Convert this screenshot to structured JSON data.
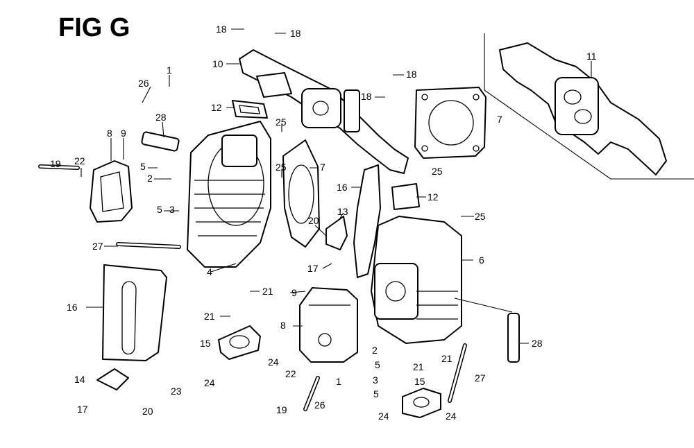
{
  "figure": {
    "title": "FIG G"
  },
  "callouts": [
    {
      "id": "c18a",
      "text": "18"
    },
    {
      "id": "c18b",
      "text": "18"
    },
    {
      "id": "c10",
      "text": "10"
    },
    {
      "id": "c18c",
      "text": "18"
    },
    {
      "id": "c18d",
      "text": "18"
    },
    {
      "id": "c11",
      "text": "11"
    },
    {
      "id": "c1a",
      "text": "1"
    },
    {
      "id": "c26a",
      "text": "26"
    },
    {
      "id": "c12a",
      "text": "12"
    },
    {
      "id": "c28a",
      "text": "28"
    },
    {
      "id": "c7a",
      "text": "7"
    },
    {
      "id": "c25a",
      "text": "25"
    },
    {
      "id": "c8a",
      "text": "8"
    },
    {
      "id": "c9a",
      "text": "9"
    },
    {
      "id": "c22a",
      "text": "22"
    },
    {
      "id": "c19a",
      "text": "19"
    },
    {
      "id": "c5a",
      "text": "5"
    },
    {
      "id": "c2a",
      "text": "2"
    },
    {
      "id": "c25b",
      "text": "25"
    },
    {
      "id": "c7b",
      "text": "7"
    },
    {
      "id": "c25c",
      "text": "25"
    },
    {
      "id": "c16a",
      "text": "16"
    },
    {
      "id": "c12b",
      "text": "12"
    },
    {
      "id": "c5b",
      "text": "5"
    },
    {
      "id": "c3a",
      "text": "3"
    },
    {
      "id": "c13",
      "text": "13"
    },
    {
      "id": "c25d",
      "text": "25"
    },
    {
      "id": "c20a",
      "text": "20"
    },
    {
      "id": "c27a",
      "text": "27"
    },
    {
      "id": "c6",
      "text": "6"
    },
    {
      "id": "c17a",
      "text": "17"
    },
    {
      "id": "c4",
      "text": "4"
    },
    {
      "id": "c21a",
      "text": "21"
    },
    {
      "id": "c9b",
      "text": "9"
    },
    {
      "id": "c16b",
      "text": "16"
    },
    {
      "id": "c21b",
      "text": "21"
    },
    {
      "id": "c8b",
      "text": "8"
    },
    {
      "id": "c28b",
      "text": "28"
    },
    {
      "id": "c15a",
      "text": "15"
    },
    {
      "id": "c2b",
      "text": "2"
    },
    {
      "id": "c24a",
      "text": "24"
    },
    {
      "id": "c5c",
      "text": "5"
    },
    {
      "id": "c21c",
      "text": "21"
    },
    {
      "id": "c21d",
      "text": "21"
    },
    {
      "id": "c22b",
      "text": "22"
    },
    {
      "id": "c14",
      "text": "14"
    },
    {
      "id": "c27b",
      "text": "27"
    },
    {
      "id": "c3b",
      "text": "3"
    },
    {
      "id": "c15b",
      "text": "15"
    },
    {
      "id": "c1b",
      "text": "1"
    },
    {
      "id": "c23",
      "text": "23"
    },
    {
      "id": "c24b",
      "text": "24"
    },
    {
      "id": "c5d",
      "text": "5"
    },
    {
      "id": "c17b",
      "text": "17"
    },
    {
      "id": "c20b",
      "text": "20"
    },
    {
      "id": "c19b",
      "text": "19"
    },
    {
      "id": "c26b",
      "text": "26"
    },
    {
      "id": "c24c",
      "text": "24"
    },
    {
      "id": "c24d",
      "text": "24"
    }
  ]
}
